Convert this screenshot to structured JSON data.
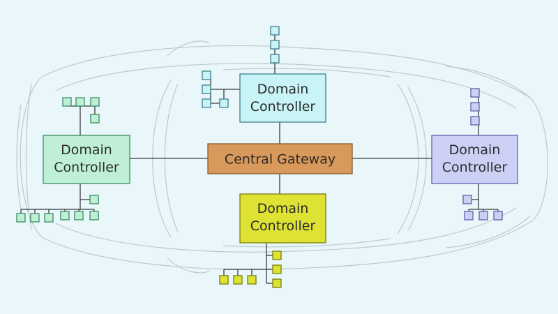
{
  "diagram": {
    "background": "#e9f7fb",
    "outline_color": "#b9c9cd",
    "line_color": "#3a3a3a",
    "gateway": {
      "label": "Central Gateway",
      "fill": "#d9995a",
      "stroke": "#8a5a2a"
    },
    "controllers": {
      "top": {
        "label_line1": "Domain",
        "label_line2": "Controller",
        "fill": "#c8f3f7",
        "stroke": "#3d7f8a",
        "node_fill": "#c8f3f7"
      },
      "left": {
        "label_line1": "Domain",
        "label_line2": "Controller",
        "fill": "#bff0d6",
        "stroke": "#3b8a63",
        "node_fill": "#bff0d6"
      },
      "right": {
        "label_line1": "Domain",
        "label_line2": "Controller",
        "fill": "#ccd0f5",
        "stroke": "#5a62a8",
        "node_fill": "#ccd0f5"
      },
      "bottom": {
        "label_line1": "Domain",
        "label_line2": "Controller",
        "fill": "#dde233",
        "stroke": "#7a7d10",
        "node_fill": "#dde233"
      }
    }
  }
}
